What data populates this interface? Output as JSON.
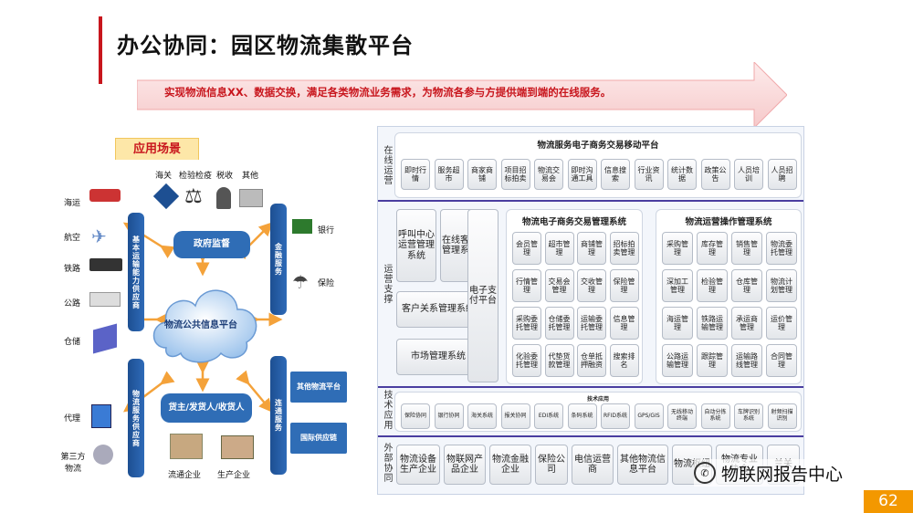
{
  "title": "办公协同：园区物流集散平台",
  "banner": "实现物流信息XX、数据交换，满足各类物流业务需求，为物流各参与方提供端到端的在线服务。",
  "scene_label": "应用场景",
  "left": {
    "top_items": [
      "海关",
      "检验检疫",
      "税收",
      "其他"
    ],
    "left_items": [
      "海运",
      "航空",
      "铁路",
      "公路",
      "仓储",
      "代理",
      "第三方物流"
    ],
    "right_items": [
      "银行",
      "保险"
    ],
    "bar_infra": "基本运输能力供应商",
    "bar_service": "物流服务供应商",
    "bar_finance": "金融服务",
    "bar_link": "连通服务",
    "gov": "政府监督",
    "cloud": "物流公共信息平台",
    "cargo": "货主/发货人/收货人",
    "other_platform": "其他物流平台",
    "intl_chain": "国际供应链",
    "bottom_left": "流通企业",
    "bottom_right": "生产企业"
  },
  "right": {
    "labels": {
      "online": "在线运营",
      "ops": "运营支撑",
      "tech": "技术应用",
      "ext": "外部协同"
    },
    "mobile_title": "物流服务电子商务交易移动平台",
    "mobile_items": [
      "即时行情",
      "服务超市",
      "商家商铺",
      "项目招标拍卖",
      "物流交易会",
      "即时沟通工具",
      "信息搜索",
      "行业资讯",
      "统计数据",
      "政策公告",
      "人员培训",
      "人员招聘"
    ],
    "callcenter": "呼叫中心运营管理系统",
    "online_cs": "在线客服管理系统",
    "crm": "客户关系管理系统",
    "market": "市场管理系统",
    "epay": "电子支付平台",
    "ecom_title": "物流电子商务交易管理系统",
    "ecom_items": [
      "会员管理",
      "超市管理",
      "商铺管理",
      "招标拍卖管理",
      "行情管理",
      "交易会管理",
      "交收管理",
      "保险管理",
      "采购委托管理",
      "仓储委托管理",
      "运输委托管理",
      "信息管理",
      "化验委托管理",
      "代垫货款管理",
      "仓单抵押融资",
      "搜索排名"
    ],
    "ops_title": "物流运营操作管理系统",
    "ops_items": [
      "采购管理",
      "库存管理",
      "销售管理",
      "物流委托管理",
      "深加工管理",
      "检验管理",
      "仓库管理",
      "物流计划管理",
      "海运管理",
      "铁路运输管理",
      "承运商管理",
      "运价管理",
      "公路运输管理",
      "跟踪管理",
      "运输路线管理",
      "合同管理"
    ],
    "tech_title": "技术应用",
    "tech_items": [
      "保险协同",
      "银行协同",
      "海关系统",
      "报关协同",
      "EDI系统",
      "条码系统",
      "RFID系统",
      "GPS/GIS",
      "无线移动终端",
      "自动分拣系统",
      "车牌识别系统",
      "射频扫描识别"
    ],
    "ext_items": [
      "物流设备生产企业",
      "物联网产品企业",
      "物流金融企业",
      "保险公司",
      "电信运营商",
      "其他物流信息平台",
      "物流枢纽",
      "物流专业协会",
      "兰关"
    ]
  },
  "watermark": "物联网报告中心",
  "page_number": "62"
}
